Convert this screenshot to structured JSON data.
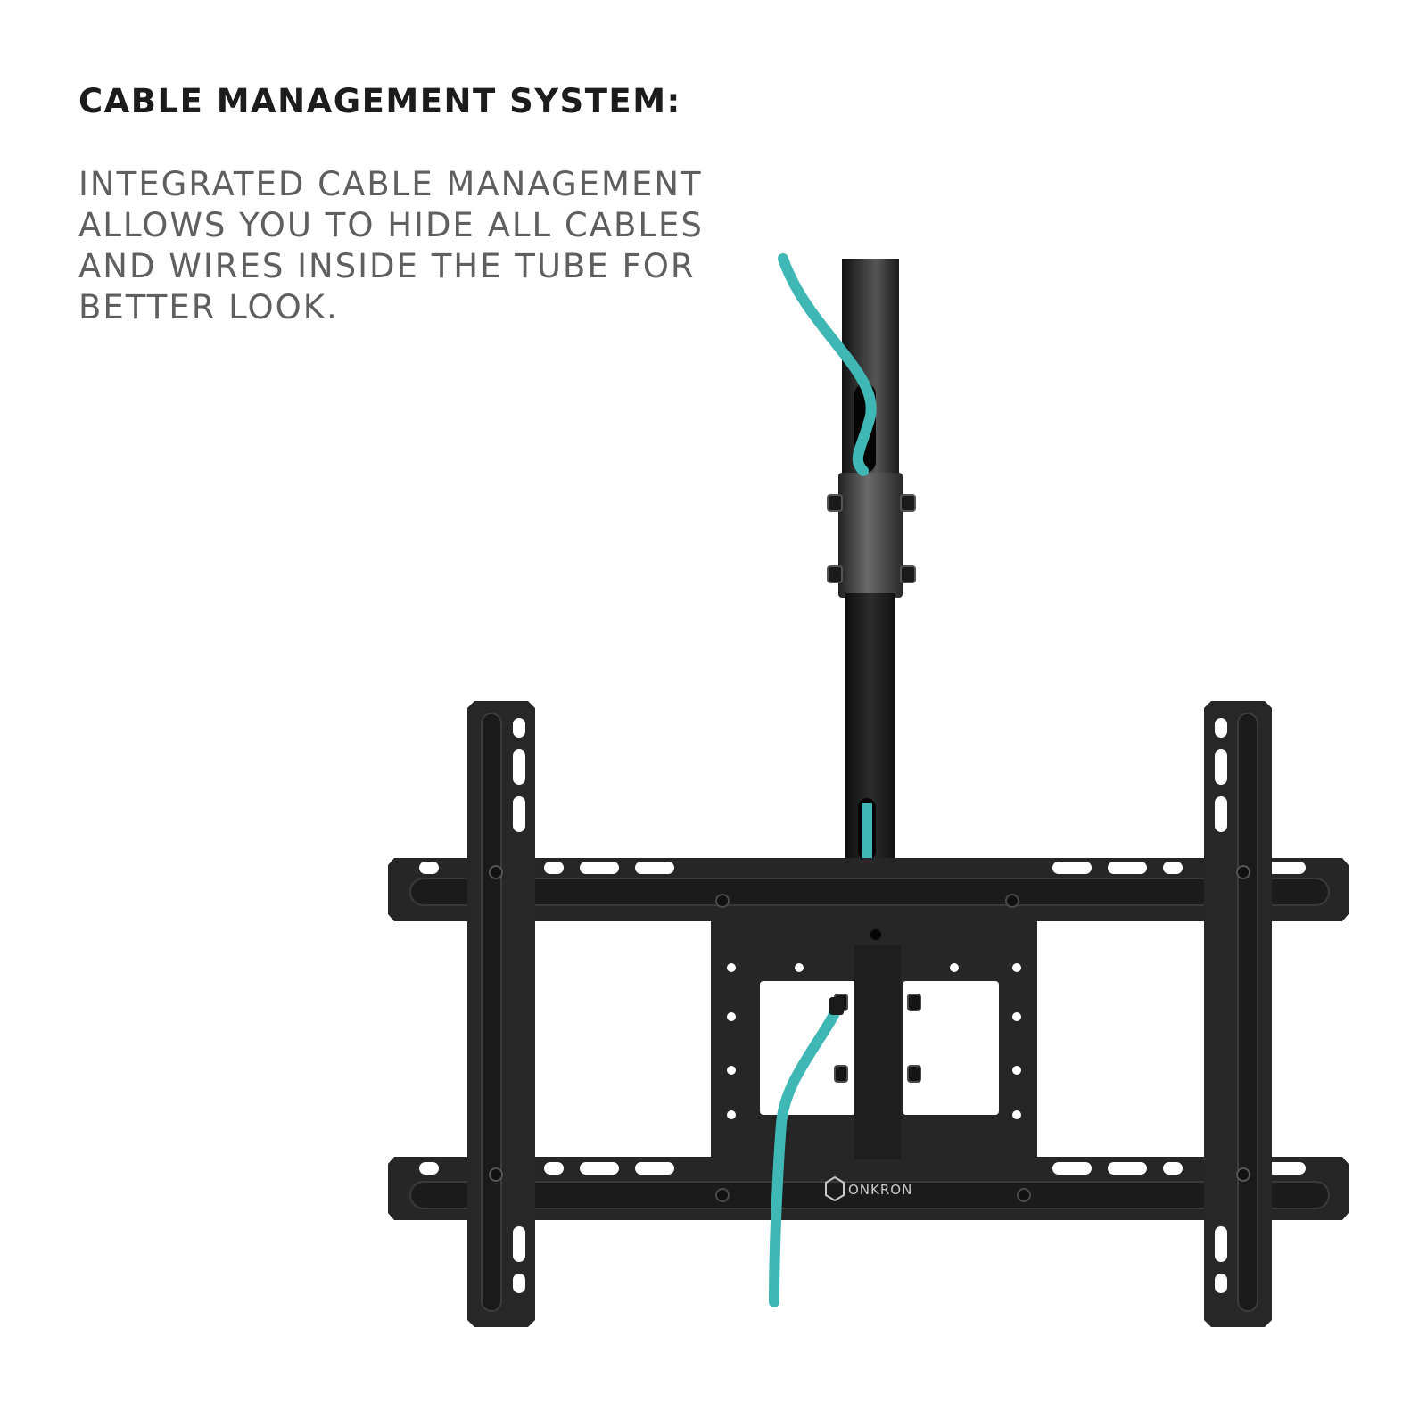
{
  "heading": "CABLE MANAGEMENT SYSTEM:",
  "description_lines": [
    "INTEGRATED CABLE MANAGEMENT",
    "ALLOWS YOU TO HIDE ALL CABLES",
    "AND WIRES INSIDE THE TUBE FOR",
    "BETTER LOOK."
  ],
  "brand_logo": "ONKRON",
  "colors": {
    "background": "#ffffff",
    "heading_text": "#1c1c1c",
    "body_text": "#5f5f5f",
    "mount_metal": "#2a2a2a",
    "cable": "#3fb7b5"
  }
}
